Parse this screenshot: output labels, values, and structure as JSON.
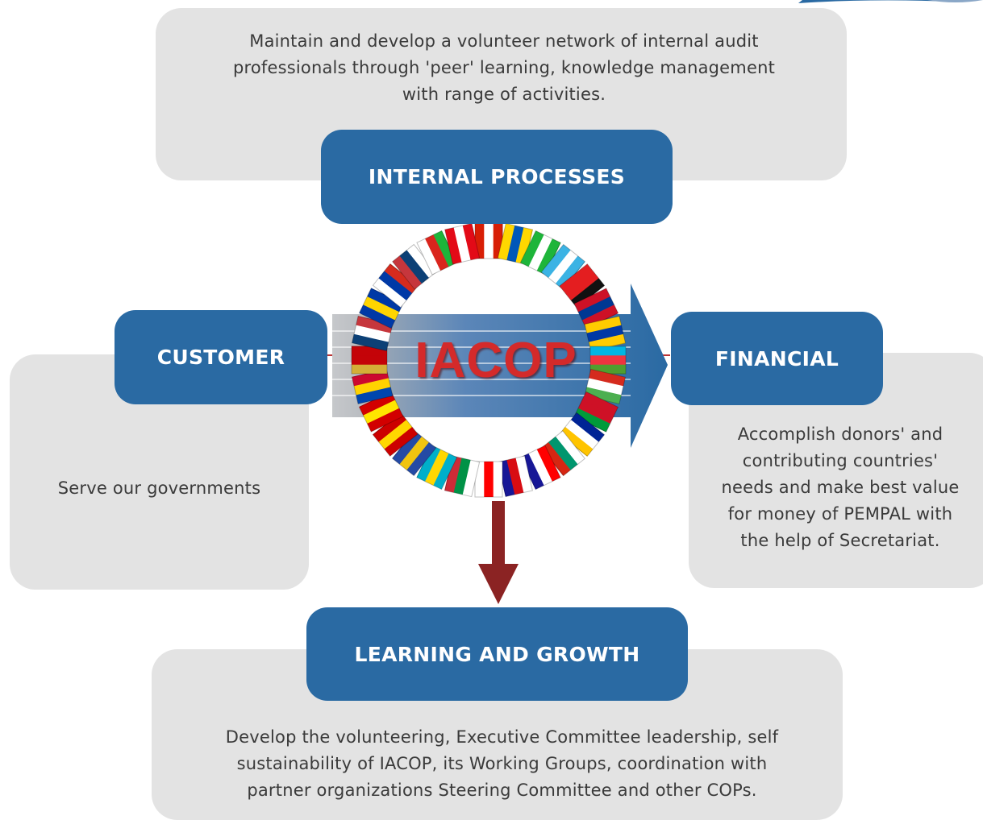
{
  "internal_processes": {
    "title": "INTERNAL PROCESSES",
    "description_lines": [
      "Maintain and develop a volunteer network of internal audit",
      "professionals through 'peer' learning, knowledge management",
      "with range of activities."
    ]
  },
  "customer": {
    "title": "CUSTOMER",
    "description": "Serve our governments"
  },
  "financial": {
    "title": "FINANCIAL",
    "description_lines": [
      "Accomplish donors' and",
      "contributing countries'",
      "needs and make best value",
      "for money of PEMPAL with",
      "the help of Secretariat."
    ]
  },
  "learning_growth": {
    "title": "LEARNING AND GROWTH",
    "description_lines": [
      "Develop the volunteering, Executive Committee leadership, self",
      "sustainability of IACOP, its Working Groups, coordination with",
      "partner organizations Steering Committee and other COPs."
    ]
  },
  "logo": {
    "text": "IACOP"
  },
  "colors": {
    "blue_box": "#2a6aa3",
    "grey_box": "#e3e3e3",
    "down_arrow": "#8b2323",
    "logo_text": "#d42a2a"
  }
}
